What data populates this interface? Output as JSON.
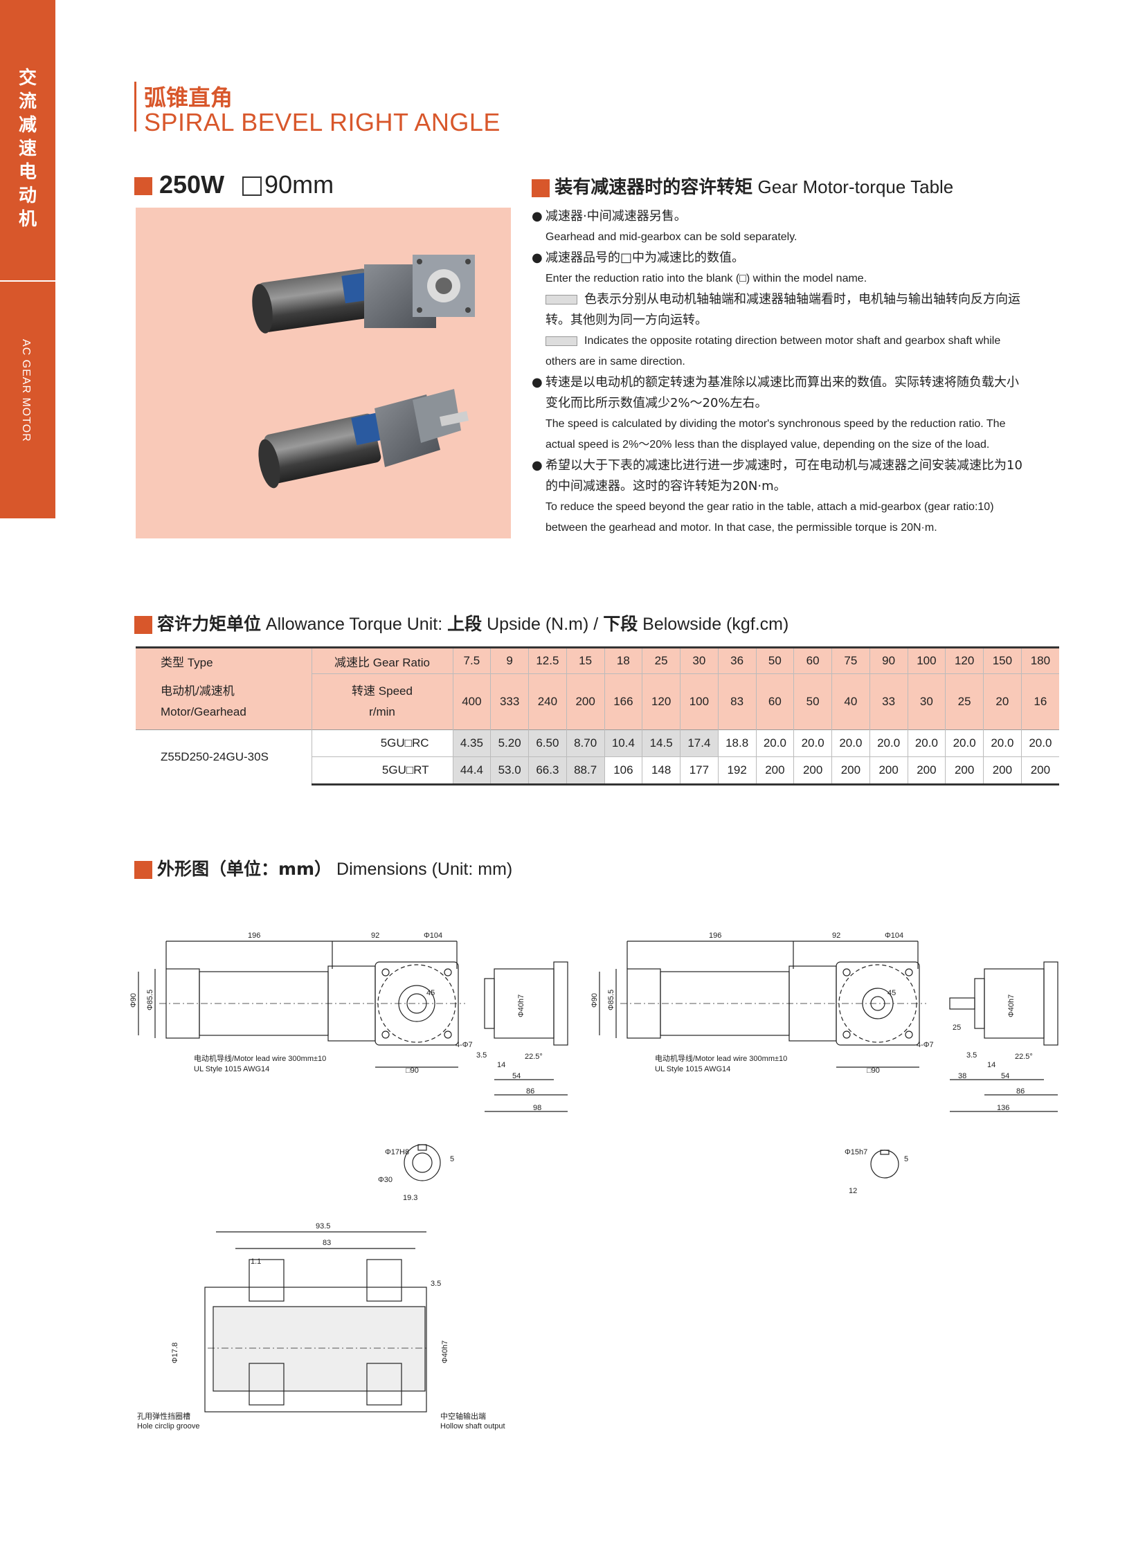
{
  "sidebar": {
    "cn": "交流减速电动机",
    "en": "AC GEAR MOTOR"
  },
  "title": {
    "cn": "弧锥直角",
    "en": "SPIRAL BEVEL RIGHT ANGLE"
  },
  "spec": {
    "power": "250W",
    "size": "90mm"
  },
  "notes": {
    "heading_cn": "装有减速器时的容许转矩",
    "heading_en": "Gear Motor-torque Table",
    "n1_cn": "减速器·中间减速器另售。",
    "n1_en": "Gearhead and mid-gearbox can be sold separately.",
    "n2_cn": "减速器品号的□中为减速比的数值。",
    "n2_en": "Enter the reduction ratio into the blank (□) within the model name.",
    "n3_cn": "色表示分别从电动机轴轴端和减速器轴轴端看时，电机轴与输出轴转向反方向运转。其他则为同一方向运转。",
    "n3_en": "Indicates the opposite rotating direction between motor shaft and gearbox shaft while others are in same direction.",
    "n4_cn": "转速是以电动机的额定转速为基准除以减速比而算出来的数值。实际转速将随负载大小变化而比所示数值减少2%～20%左右。",
    "n4_en": "The speed is calculated by dividing the motor's synchronous speed by the reduction ratio. The actual speed is 2%～20% less than the displayed value, depending on the size of the load.",
    "n5_cn": "希望以大于下表的减速比进行进一步减速时，可在电动机与减速器之间安装减速比为10的中间减速器。这时的容许转矩为20N·m。",
    "n5_en": "To reduce the speed beyond the gear ratio in the table, attach a mid-gearbox (gear ratio:10) between the gearhead and motor. In that case, the permissible torque is 20N·m."
  },
  "torque": {
    "heading_cn1": "容许力矩单位",
    "heading_en1": "Allowance Torque Unit:",
    "heading_cn2": "上段",
    "heading_en2": "Upside (N.m) /",
    "heading_cn3": "下段",
    "heading_en3": "Belowside (kgf.cm)"
  },
  "table": {
    "type_label": "类型 Type",
    "motor_label": "电动机/减速机",
    "motor_label_en": "Motor/Gearhead",
    "ratio_label": "减速比 Gear Ratio",
    "speed_label": "转速 Speed",
    "speed_unit": "r/min",
    "ratios": [
      "7.5",
      "9",
      "12.5",
      "15",
      "18",
      "25",
      "30",
      "36",
      "50",
      "60",
      "75",
      "90",
      "100",
      "120",
      "150",
      "180"
    ],
    "speeds": [
      "400",
      "333",
      "240",
      "200",
      "166",
      "120",
      "100",
      "83",
      "60",
      "50",
      "40",
      "33",
      "30",
      "25",
      "20",
      "16"
    ],
    "model": "Z55D250-24GU-30S",
    "gear_rc": "5GU□RC",
    "gear_rt": "5GU□RT",
    "upper": [
      "4.35",
      "5.20",
      "6.50",
      "8.70",
      "10.4",
      "14.5",
      "17.4",
      "18.8",
      "20.0",
      "20.0",
      "20.0",
      "20.0",
      "20.0",
      "20.0",
      "20.0",
      "20.0"
    ],
    "lower": [
      "44.4",
      "53.0",
      "66.3",
      "88.7",
      "106",
      "148",
      "177",
      "192",
      "200",
      "200",
      "200",
      "200",
      "200",
      "200",
      "200",
      "200"
    ]
  },
  "dimensions": {
    "heading_cn": "外形图（单位：mm）",
    "heading_en": "Dimensions (Unit: mm)",
    "d196": "196",
    "d92": "92",
    "d104": "Φ104",
    "d90": "Φ90",
    "d855": "Φ85.5",
    "d45": "45",
    "d47": "4-Φ7",
    "d35": "3.5",
    "d14": "14",
    "d225": "22.5°",
    "d54": "54",
    "d86": "86",
    "d98": "98",
    "d136": "136",
    "d38": "38",
    "d25": "25",
    "sq90": "□90",
    "phi40": "Φ40h7",
    "lead": "电动机导线/Motor lead wire 300mm±10",
    "ul": "UL Style 1015 AWG14",
    "h17": "Φ17H8",
    "phi30": "Φ30",
    "d193": "19.3",
    "d5": "5",
    "phi15": "Φ15h7",
    "d12": "12",
    "d935": "93.5",
    "d83": "83",
    "d11": "1.1",
    "phi178": "Φ17.8",
    "hole_cn": "孔用弹性挡圈槽",
    "hole_en": "Hole circlip groove",
    "hollow_cn": "中空轴输出端",
    "hollow_en": "Hollow shaft output"
  }
}
